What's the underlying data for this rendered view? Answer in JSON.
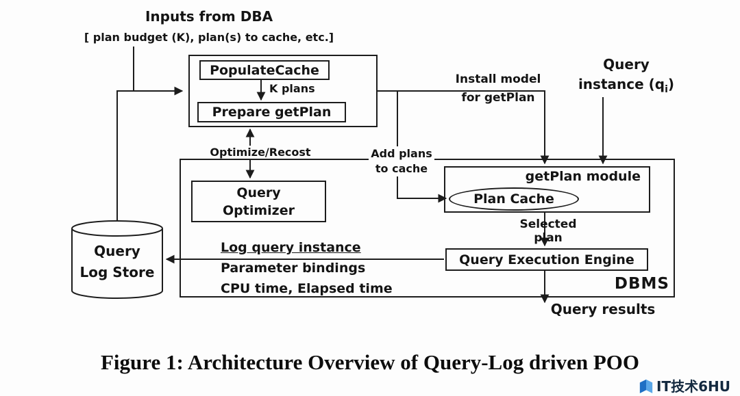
{
  "diagram": {
    "inputs_label": "Inputs from DBA",
    "inputs_detail": "[ plan budget (K), plan(s) to cache, etc.]",
    "populate_cache": "PopulateCache",
    "k_plans": "K plans",
    "prepare_getplan": "Prepare getPlan",
    "install_model_line1": "Install model",
    "install_model_line2": "for getPlan",
    "query_instance_line1": "Query",
    "query_instance_prefix": "instance (q",
    "query_instance_sub": "i",
    "query_instance_suffix": ")",
    "optimize_recost": "Optimize/Recost",
    "add_plans_line1": "Add plans",
    "add_plans_line2": "to cache",
    "query_optimizer_line1": "Query",
    "query_optimizer_line2": "Optimizer",
    "getplan_module": "getPlan module",
    "plan_cache": "Plan Cache",
    "selected_plan": "Selected plan",
    "query_execution_engine": "Query Execution Engine",
    "dbms": "DBMS",
    "log_lines": {
      "line1": "Log query instance",
      "line2": "Parameter bindings",
      "line3": "CPU time, Elapsed time"
    },
    "query_log_store_line1": "Query",
    "query_log_store_line2": "Log Store",
    "query_results": "Query results"
  },
  "caption": "Figure 1: Architecture Overview of Query-Log driven POO",
  "watermark": {
    "text": "IT技术6HU"
  },
  "colors": {
    "line": "#1c1c1c",
    "background": "#fdfdfd",
    "watermark_blue_dark": "#1e6fc4",
    "watermark_blue_light": "#5aa7e8"
  }
}
